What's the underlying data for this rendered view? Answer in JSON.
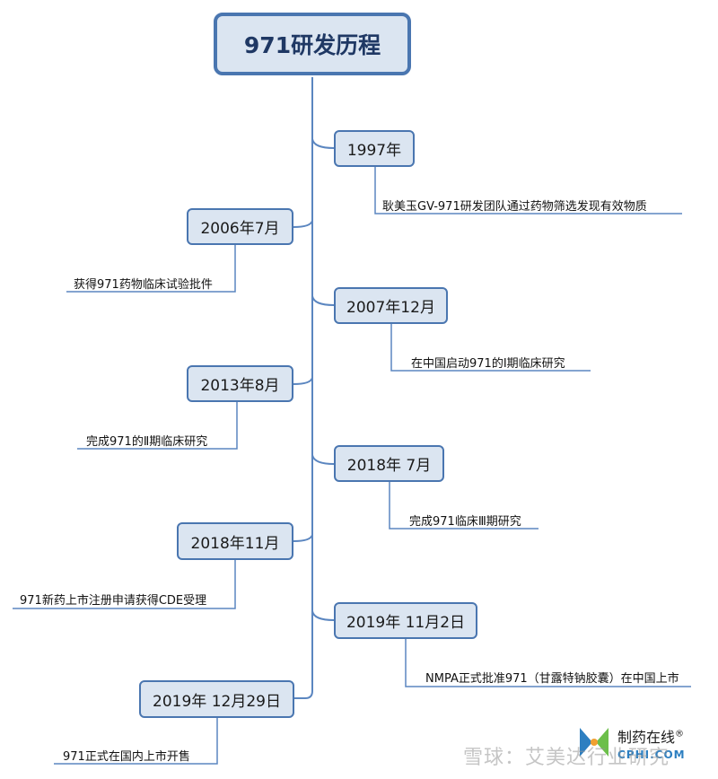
{
  "title": "971研发历程",
  "events": [
    {
      "date": "1997年",
      "desc": "耿美玉GV-971研发团队通过药物筛选发现有效物质"
    },
    {
      "date": "2006年7月",
      "desc": "获得971药物临床试验批件"
    },
    {
      "date": "2007年12月",
      "desc": "在中国启动971的Ⅰ期临床研究"
    },
    {
      "date": "2013年8月",
      "desc": "完成971的Ⅱ期临床研究"
    },
    {
      "date": "2018年 7月",
      "desc": "完成971临床Ⅲ期研究"
    },
    {
      "date": "2018年11月",
      "desc": "971新药上市注册申请获得CDE受理"
    },
    {
      "date": "2019年 11月2日",
      "desc": "NMPA正式批准971（甘露特钠胶囊）在中国上市"
    },
    {
      "date": "2019年 12月29日",
      "desc": "971正式在国内上市开售"
    }
  ],
  "watermark": {
    "brand": "制药在线",
    "brand_mark": "®",
    "brand_sub": "CPHI.COM",
    "xueqiu": "雪球：艾美达行业研究"
  },
  "colors": {
    "node_fill": "#dbe5f1",
    "node_border": "#4a76b0",
    "line": "#5b86c0",
    "title_text": "#1f3864"
  }
}
